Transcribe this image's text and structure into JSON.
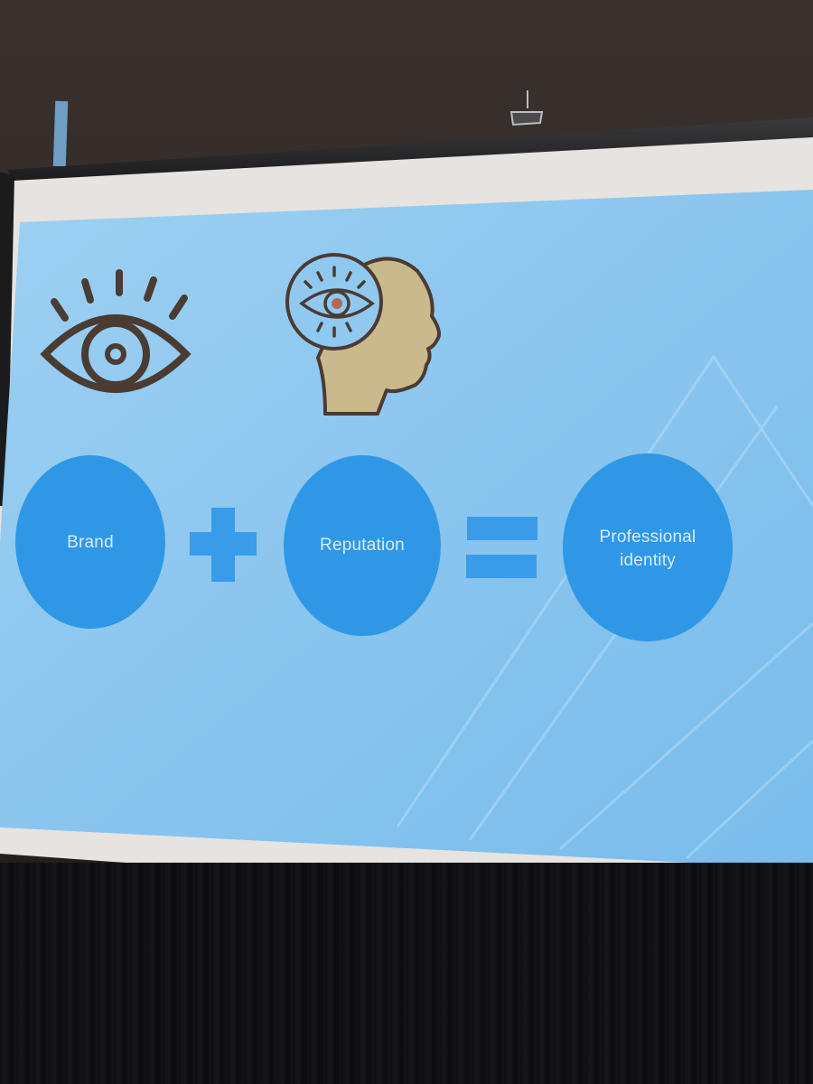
{
  "slide": {
    "equation": {
      "term1": "Brand",
      "operator1": "+",
      "term2": "Reputation",
      "operator2": "=",
      "result_line1": "Professional",
      "result_line2": "identity"
    },
    "icons": [
      "eye-icon",
      "head-with-eye-icon",
      "plus-icon",
      "equals-icon"
    ],
    "colors": {
      "slide_background": "#8fc9f0",
      "circle_fill": "#2f98e6",
      "operator_fill": "#3a9ce8",
      "icon_stroke": "#4a3b33",
      "head_fill": "#c9b98c"
    }
  }
}
